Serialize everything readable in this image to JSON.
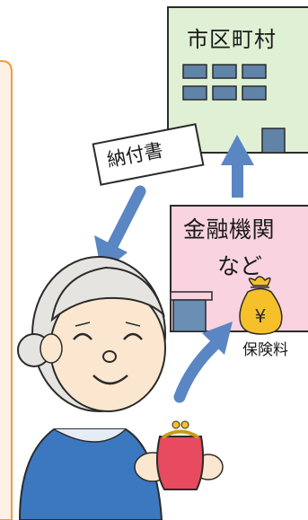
{
  "municipality": {
    "label": "市区町村"
  },
  "payment_slip": {
    "label": "納付書"
  },
  "financial_institution": {
    "line1": "金融機関",
    "line2": "など"
  },
  "money_bag": {
    "symbol": "¥"
  },
  "insurance_premium": {
    "label": "保険料"
  },
  "colors": {
    "panel_border": "#f09a3e",
    "panel_fill": "#fdf1e6",
    "city_building": "#dff0d4",
    "bank_building": "#f9d3df",
    "arrow": "#5a86c4",
    "shirt": "#3b78c0",
    "wallet": "#e84a5f",
    "money_bag": "#f6c02b"
  }
}
